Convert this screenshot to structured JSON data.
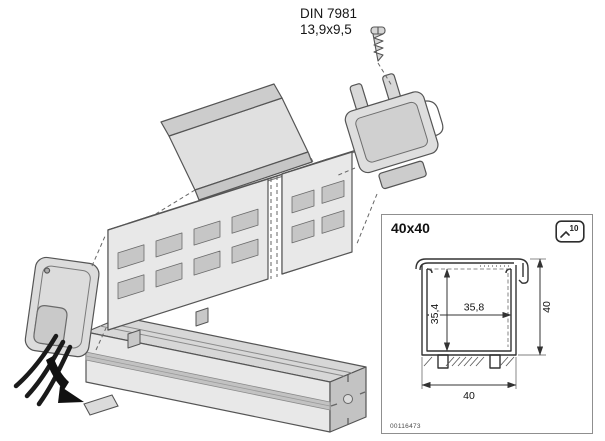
{
  "annotations": {
    "screw_standard": "DIN 7981",
    "screw_size": "13,9x9,5"
  },
  "detail_box": {
    "title": "40x40",
    "tool_size": "10",
    "part_number": "00116473",
    "dimensions": {
      "inner_width": "35,8",
      "inner_height": "35,4",
      "outer_height": "40",
      "outer_width": "40"
    }
  },
  "colors": {
    "line": "#555555",
    "fill_light": "#e8e8e8",
    "fill_mid": "#d2d2d2",
    "fill_dark": "#b5b5b5",
    "background": "#ffffff"
  }
}
